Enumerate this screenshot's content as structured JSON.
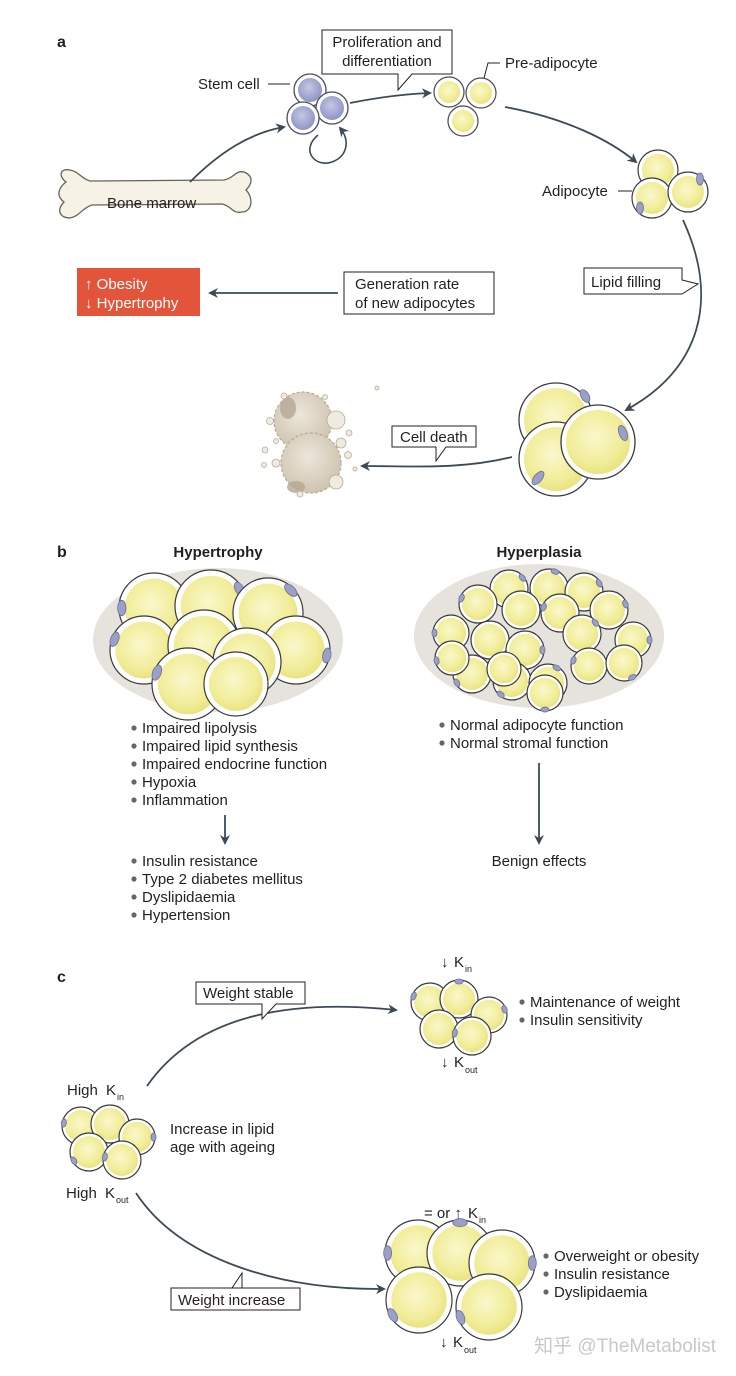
{
  "panels": [
    "a",
    "b",
    "c"
  ],
  "panel_a": {
    "stem_cell": "Stem cell",
    "prolif_line1": "Proliferation and",
    "prolif_line2": "differentiation",
    "pre_adipocyte": "Pre-adipocyte",
    "bone_marrow": "Bone marrow",
    "adipocyte": "Adipocyte",
    "obesity_line1": "↑ Obesity",
    "obesity_line2": "↓ Hypertrophy",
    "generation_line1": "Generation rate",
    "generation_line2": "of new adipocytes",
    "lipid_filling": "Lipid filling",
    "cell_death": "Cell death"
  },
  "panel_b": {
    "hypertrophy_title": "Hypertrophy",
    "hyperplasia_title": "Hyperplasia",
    "hypertrophy_bullets": [
      "Impaired lipolysis",
      "Impaired lipid synthesis",
      "Impaired endocrine function",
      "Hypoxia",
      "Inflammation"
    ],
    "hypertrophy_outcomes": [
      "Insulin resistance",
      "Type 2 diabetes mellitus",
      "Dyslipidaemia",
      "Hypertension"
    ],
    "hyperplasia_bullets": [
      "Normal adipocyte function",
      "Normal stromal function"
    ],
    "benign": "Benign effects"
  },
  "panel_c": {
    "weight_stable": "Weight stable",
    "weight_increase": "Weight increase",
    "k_symbol": "K",
    "sub_in": "in",
    "sub_out": "out",
    "arrow_down": "↓",
    "eq_or_up": "= or ↑",
    "high": "High",
    "increase_line1": "Increase in lipid",
    "increase_line2": "age with ageing",
    "stable_bullets": [
      "Maintenance of weight",
      "Insulin sensitivity"
    ],
    "increase_bullets": [
      "Overweight or obesity",
      "Insulin resistance",
      "Dyslipidaemia"
    ]
  },
  "watermark": "知乎 @TheMetabolist",
  "colors": {
    "cell_fill": "#f2ef9e",
    "cell_inner": "#f9f7c6",
    "nucleus": "#9aa0c8",
    "stem_cell": "#aeb3d6",
    "tissue_bg": "#e6e2dc",
    "orange_box": "#e2553a",
    "arrow": "#3c4a57",
    "dead_cell": "#d9d0c0"
  }
}
